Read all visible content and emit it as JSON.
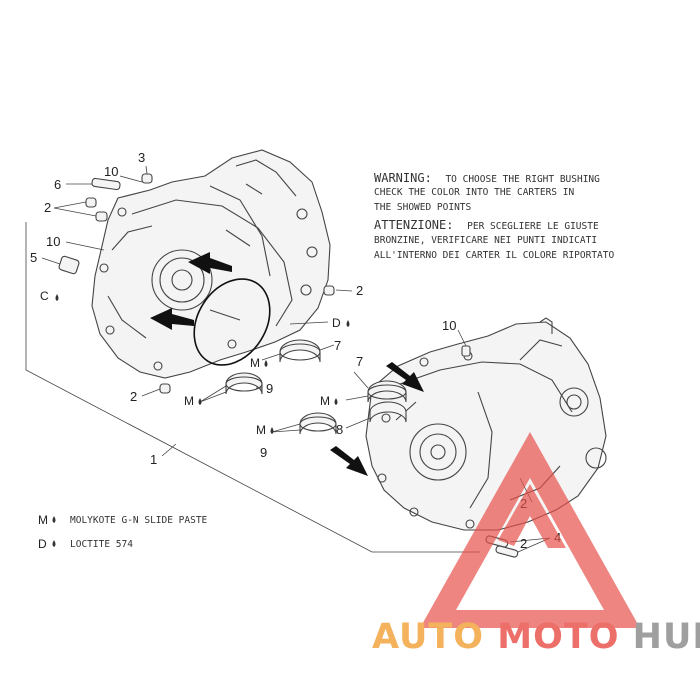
{
  "warning": {
    "en_label": "WARNING:",
    "en_line1": "TO CHOOSE THE RIGHT BUSHING",
    "en_line2": "CHECK THE COLOR INTO THE CARTERS IN",
    "en_line3": "THE SHOWED POINTS",
    "it_label": "ATTENZIONE:",
    "it_line1": "PER SCEGLIERE LE GIUSTE",
    "it_line2": "BRONZINE, VERIFICARE NEI PUNTI INDICATI",
    "it_line3": "ALL'INTERNO DEI CARTER IL COLORE RIPORTATO"
  },
  "callouts": {
    "c1": "1",
    "c2a": "2",
    "c2b": "2",
    "c2c": "2",
    "c2d": "2",
    "c2e": "2",
    "c3": "3",
    "c4": "4",
    "c5": "5",
    "c6": "6",
    "c7a": "7",
    "c7b": "7",
    "c8": "8",
    "c9a": "9",
    "c9b": "9",
    "c10a": "10",
    "c10b": "10",
    "c10c": "10"
  },
  "letters": {
    "c": "C",
    "d": "D",
    "m1": "M",
    "m2": "M",
    "m3": "M",
    "m4": "M"
  },
  "legend": {
    "m_letter": "M",
    "m_text": "MOLYKOTE G-N SLIDE PASTE",
    "d_letter": "D",
    "d_text": "LOCTITE 574"
  },
  "watermark": {
    "part1": "AUTO",
    "part2": "MOTO",
    "part3": "HUB",
    "color_orange": "#f2a23a",
    "color_red": "#e8504a",
    "color_gray": "#8a8a8a"
  }
}
